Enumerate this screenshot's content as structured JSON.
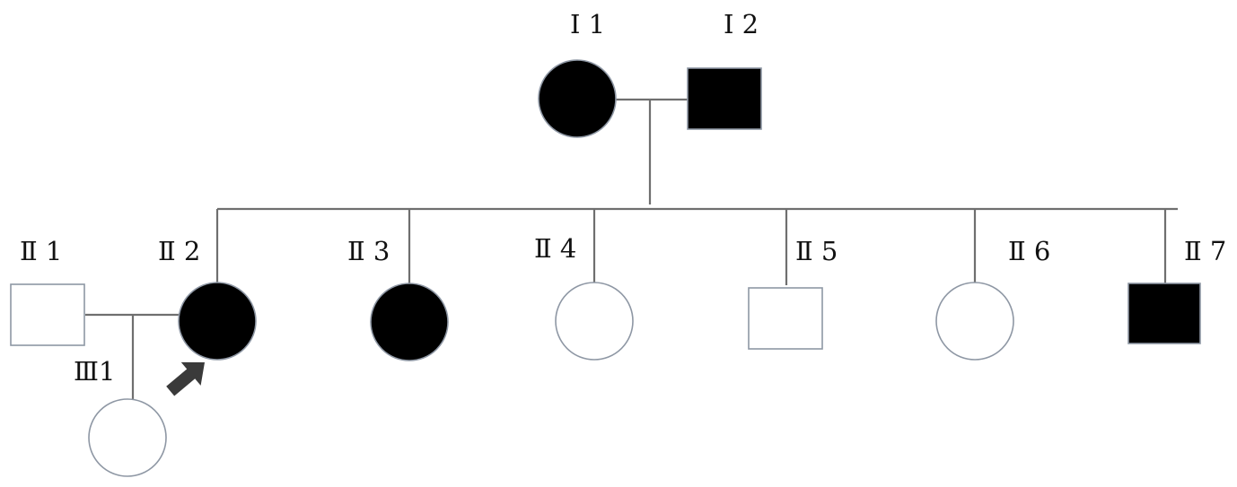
{
  "colors": {
    "affected": "#000000",
    "unaffected": "#ffffff",
    "outline": "#8e97a4",
    "line": "#6f6f6f",
    "proband_arrow": "#3a3a3a"
  },
  "individuals": [
    {
      "id": "I-1",
      "label": "Ⅰ 1",
      "sex": "female",
      "affected": true
    },
    {
      "id": "I-2",
      "label": "Ⅰ 2",
      "sex": "male",
      "affected": true
    },
    {
      "id": "II-1",
      "label": "Ⅱ 1",
      "sex": "male",
      "affected": false
    },
    {
      "id": "II-2",
      "label": "Ⅱ 2",
      "sex": "female",
      "affected": true,
      "proband": true
    },
    {
      "id": "II-3",
      "label": "Ⅱ 3",
      "sex": "female",
      "affected": true
    },
    {
      "id": "II-4",
      "label": "Ⅱ 4",
      "sex": "female",
      "affected": false
    },
    {
      "id": "II-5",
      "label": "Ⅱ 5",
      "sex": "male",
      "affected": false
    },
    {
      "id": "II-6",
      "label": "Ⅱ 6",
      "sex": "female",
      "affected": false
    },
    {
      "id": "II-7",
      "label": "Ⅱ 7",
      "sex": "male",
      "affected": true
    },
    {
      "id": "III-1",
      "label": "Ⅲ1",
      "sex": "female",
      "affected": false
    }
  ]
}
